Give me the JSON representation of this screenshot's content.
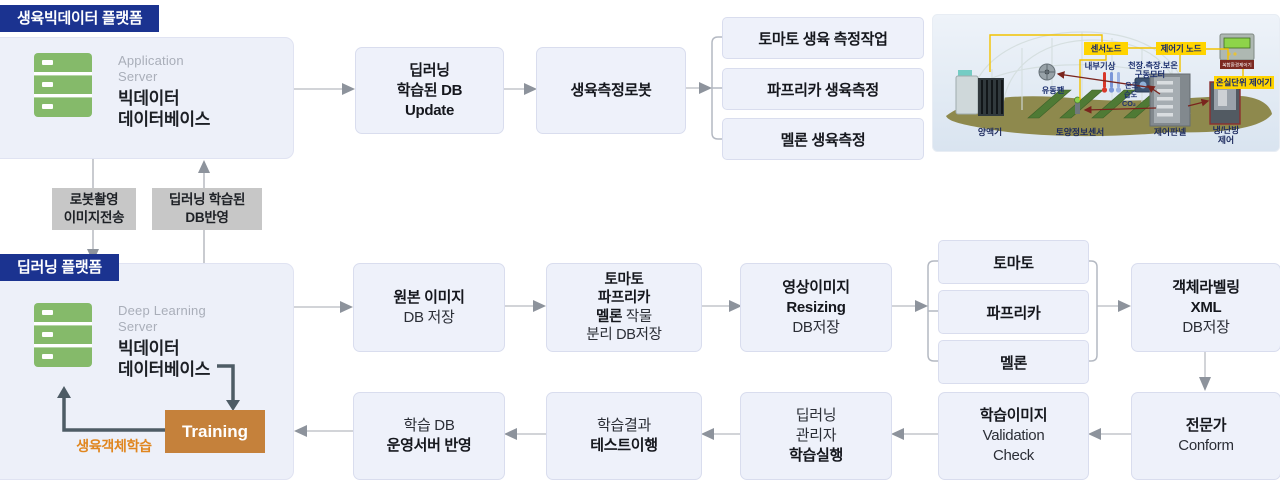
{
  "bigdata_platform": {
    "header": "생육빅데이터 플랫폼",
    "server_role_lines": [
      "Application",
      "Server"
    ],
    "server_name_lines": [
      "빅데이터",
      "데이터베이스"
    ]
  },
  "deep_platform": {
    "header": "딥러닝 플랫폼",
    "server_role_lines": [
      "Deep Learning",
      "Server"
    ],
    "server_name_lines": [
      "빅데이터",
      "데이터베이스"
    ],
    "training": "Training",
    "training_caption": "생육객체학습"
  },
  "transfer": {
    "robot_upload_lines": [
      "로봇촬영",
      "이미지전송"
    ],
    "db_feedback_lines": [
      "딥러닝 학습된",
      "DB반영"
    ]
  },
  "top_flow": {
    "db_update": [
      [
        {
          "t": "딥러닝",
          "b": 1
        }
      ],
      [
        {
          "t": "학습된 DB",
          "b": 1
        }
      ],
      [
        {
          "t": "Update",
          "b": 1
        }
      ]
    ],
    "robot": [
      [
        {
          "t": "생육측정로봇",
          "b": 1
        }
      ]
    ],
    "tasks": [
      "토마토 생육 측정작업",
      "파프리카 생육측정",
      "멜론 생육측정"
    ]
  },
  "mid_flow": {
    "original": [
      [
        {
          "t": "원본 이미지",
          "b": 1
        }
      ],
      [
        {
          "t": "DB 저장",
          "b": 0
        }
      ]
    ],
    "crop_split": [
      [
        {
          "t": "토마토",
          "b": 1
        }
      ],
      [
        {
          "t": "파프리카",
          "b": 1
        }
      ],
      [
        {
          "t": "멜론 ",
          "b": 1
        },
        {
          "t": "작물",
          "b": 0
        }
      ],
      [
        {
          "t": "분리 DB저장",
          "b": 0
        }
      ]
    ],
    "resizing": [
      [
        {
          "t": "영상이미지",
          "b": 1
        }
      ],
      [
        {
          "t": "Resizing",
          "b": 1
        }
      ],
      [
        {
          "t": "DB저장",
          "b": 0
        }
      ]
    ],
    "crops": [
      "토마토",
      "파프리카",
      "멜론"
    ],
    "labeling": [
      [
        {
          "t": "객체라벨링",
          "b": 1
        }
      ],
      [
        {
          "t": "XML",
          "b": 1
        }
      ],
      [
        {
          "t": "DB저장",
          "b": 0
        }
      ]
    ]
  },
  "bottom_flow": {
    "deploy": [
      [
        {
          "t": "학습 DB",
          "b": 0
        }
      ],
      [
        {
          "t": "운영서버 반영",
          "b": 1
        }
      ]
    ],
    "test": [
      [
        {
          "t": "학습결과",
          "b": 0
        }
      ],
      [
        {
          "t": "테스트이행",
          "b": 1
        }
      ]
    ],
    "train_exec": [
      [
        {
          "t": "딥러닝",
          "b": 0
        }
      ],
      [
        {
          "t": "관리자",
          "b": 0
        }
      ],
      [
        {
          "t": "학습실행",
          "b": 1
        }
      ]
    ],
    "validation": [
      [
        {
          "t": "학습이미지",
          "b": 1
        }
      ],
      [
        {
          "t": "Validation",
          "b": 0
        }
      ],
      [
        {
          "t": "Check",
          "b": 0
        }
      ]
    ],
    "conform": [
      [
        {
          "t": "전문가",
          "b": 1
        }
      ],
      [
        {
          "t": "Conform",
          "b": 0
        }
      ]
    ]
  },
  "greenhouse": {
    "sensor_node": "센서노드",
    "controller_node": "제어기 노드",
    "unit_controller": "온실단위 제어기",
    "device_caption": "복합환경제어기",
    "indoor_weather": "내부기상",
    "motor_line1": "천장.측장.보온",
    "motor_line2": "구동모터",
    "temp": "온도",
    "humidity": "습도",
    "co2": "CO₂",
    "fan": "유동팬",
    "nutrient": "양액기",
    "soil_sensor": "토양정보센서",
    "control_panel": "제어판넬",
    "hvac_line1": "냉/난방",
    "hvac_line2": "제어"
  },
  "colors": {
    "navy": "#1b3390",
    "box_fill": "#eef1fa",
    "gray_box": "#c7c7c7",
    "wire": "#d2d4d8",
    "arrowhead": "#8d939c",
    "slate_arrow": "#4e5c66",
    "server_green": "#85ba6a",
    "training_orange": "#c5813b",
    "caption_orange": "#e0861f"
  }
}
